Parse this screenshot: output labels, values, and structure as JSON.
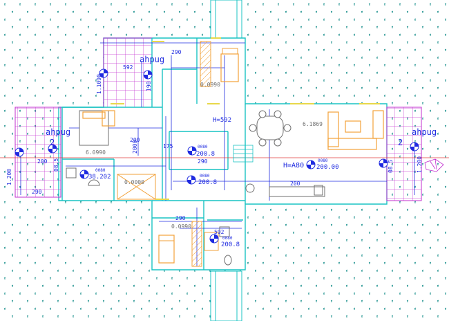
{
  "colors": {
    "background": "#ffffff",
    "dots": "#0e8a86",
    "wall": "#19c3c3",
    "wall_dark": "#0b9ea0",
    "dimension": "#1f2be0",
    "terrace": "#c12ccf",
    "furniture_orange": "#f2a23a",
    "furniture_gray": "#6f6f6f",
    "axis_red": "#e23b3b",
    "yellow_door": "#e8d84a"
  },
  "labels": {
    "tag_top_left": "ahpug",
    "tag_left": "ahpug",
    "tag_right": "ahpug",
    "tag_2_left": "2",
    "tag_2_right": "2",
    "height_kitchen": "H=592",
    "height_living": "H=A80",
    "level_living": "200.00",
    "level_living_small": "0080",
    "level_center": "200.8",
    "level_center_small": "0080",
    "level_hall": "200.8",
    "level_hall_small": "0080",
    "level_bath": "200.8",
    "level_bath_small": "0080",
    "level_left": "38.202",
    "level_left_small": "0080",
    "room_bed1": "6.0990",
    "room_bed2": "0.0000",
    "room_kitchen_code": "0.0990",
    "room_living_code": "6.1869",
    "room_bed3": "0.0990",
    "dim_top_a": "290",
    "dim_top_b": "592",
    "dim_mid_a": "200",
    "dim_mid_b": "175",
    "dim_mid_c": "290",
    "dim_left_a": "200",
    "dim_left_b": "290",
    "dim_right_a": "200",
    "dim_bottom_a": "290",
    "dim_bottom_b": "592",
    "side_left_top": "1.1090",
    "side_left_mid": "08.5",
    "side_left_low": "1.200",
    "side_right_top": "08.5",
    "side_right_low": "1.200",
    "vert_center": "2000",
    "vert_left_room": "190"
  }
}
